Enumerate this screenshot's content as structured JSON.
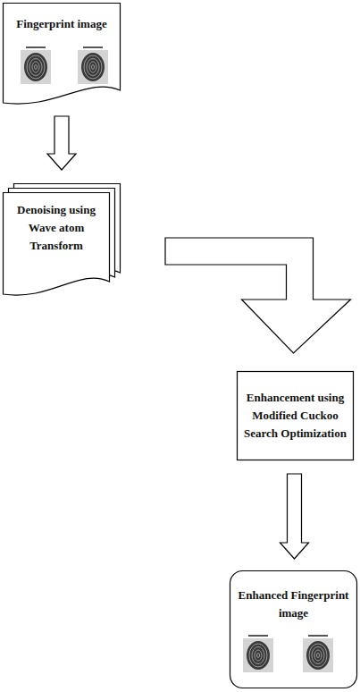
{
  "diagram": {
    "nodes": [
      {
        "text": [
          "Fingerprint image"
        ]
      },
      {
        "text": [
          "Denoising using Wave atom Transform"
        ]
      },
      {
        "text": [
          "Enhancement using Modified Cuckoo Search Optimization"
        ]
      },
      {
        "text": [
          "Enhanced Fingerprint image"
        ]
      }
    ],
    "edges": [
      {
        "from": 0,
        "to": 1,
        "arrow": "to"
      },
      {
        "from": 1,
        "to": 2,
        "arrow": "to"
      },
      {
        "from": 2,
        "to": 3,
        "arrow": "to"
      }
    ]
  }
}
